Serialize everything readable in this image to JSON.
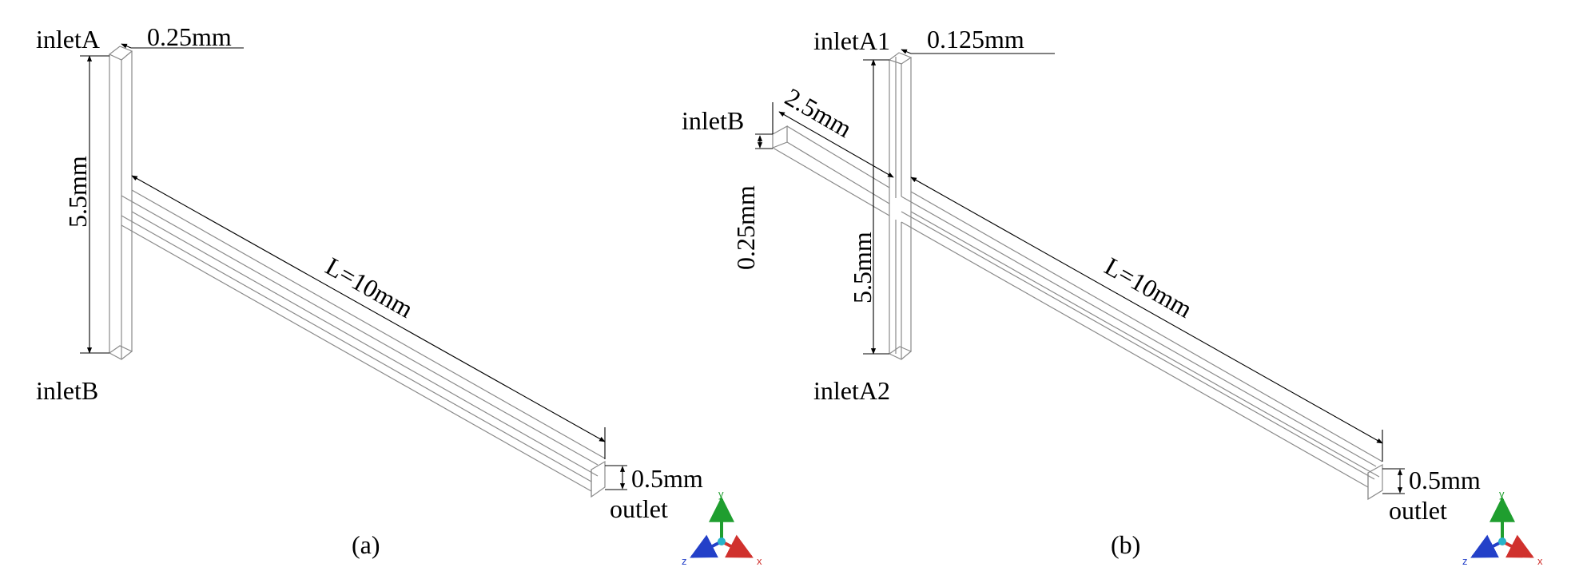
{
  "panel_a": {
    "caption": "(a)",
    "inlet_top": "inletA",
    "inlet_bottom": "inletB",
    "width_label": "0.25mm",
    "height_label": "5.5mm",
    "length_label": "L=10mm",
    "outlet_height_label": "0.5mm",
    "outlet_label": "outlet"
  },
  "panel_b": {
    "caption": "(b)",
    "inlet_top": "inletA1",
    "inlet_bottom": "inletA2",
    "inlet_side": "inletB",
    "width_label": "0.125mm",
    "side_length_label": "2.5mm",
    "side_height_label": "0.25mm",
    "height_label": "5.5mm",
    "length_label": "L=10mm",
    "outlet_height_label": "0.5mm",
    "outlet_label": "outlet"
  },
  "axes": {
    "x": "x",
    "y": "y",
    "z": "z"
  },
  "colors": {
    "x_axis": "#d0312d",
    "y_axis": "#1f9e2f",
    "z_axis": "#2340c8",
    "origin": "#27b3c9"
  }
}
